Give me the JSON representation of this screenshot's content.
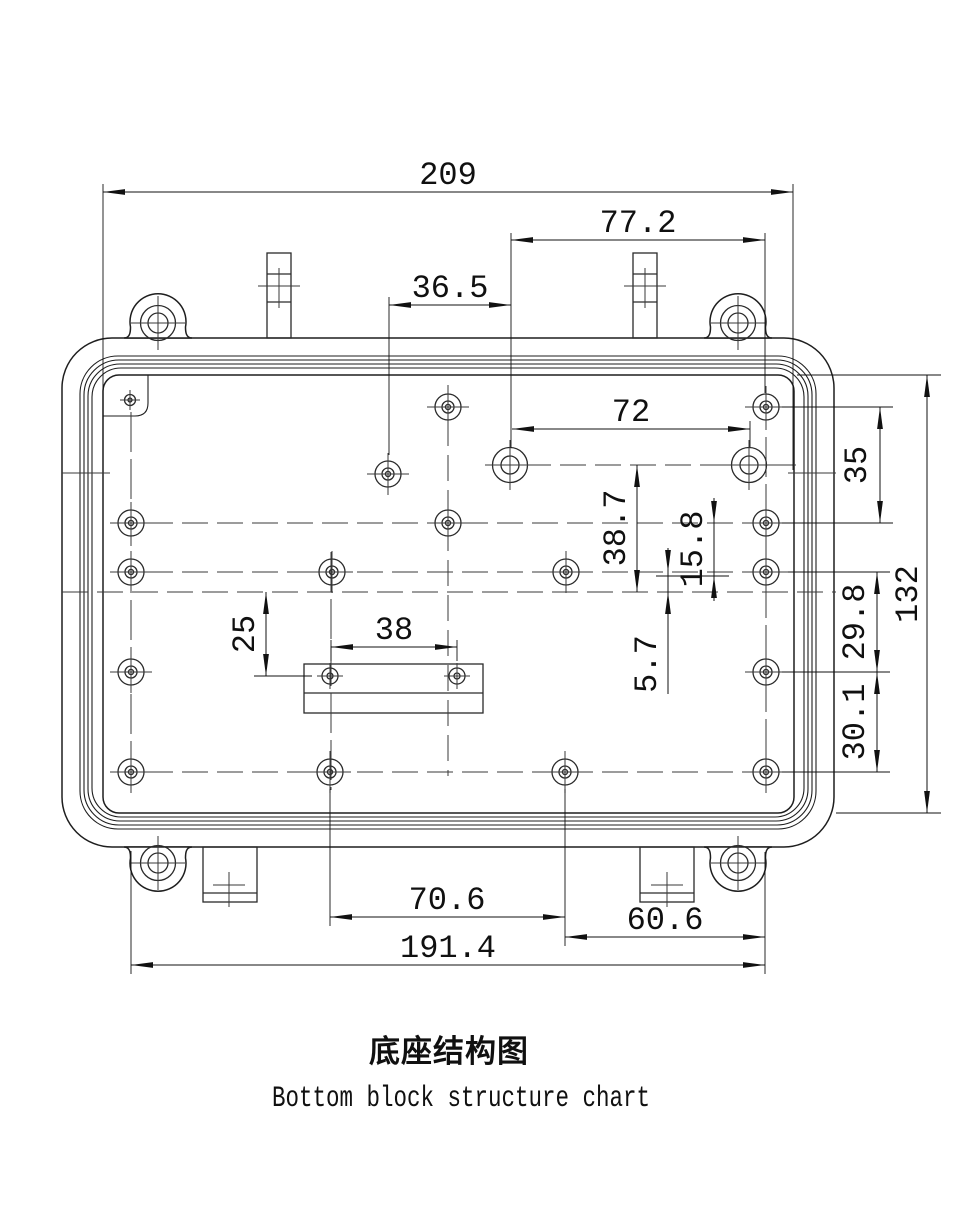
{
  "title": {
    "zh": "底座结构图",
    "en": "Bottom block structure chart"
  },
  "dims": {
    "overall_width": "209",
    "lug_to_center": "77.2",
    "boss_spacing": "36.5",
    "hole_span": "72",
    "right_upper": "35",
    "overall_height": "132",
    "center_drop": "38.7",
    "center_step": "15.8",
    "center_gap": "5.7",
    "right_middle": "29.8",
    "right_lower": "30.1",
    "rail_offset": "25",
    "rail_hole_spacing": "38",
    "bottom_left_span": "70.6",
    "bottom_right_span": "60.6",
    "bottom_overall": "191.4"
  }
}
